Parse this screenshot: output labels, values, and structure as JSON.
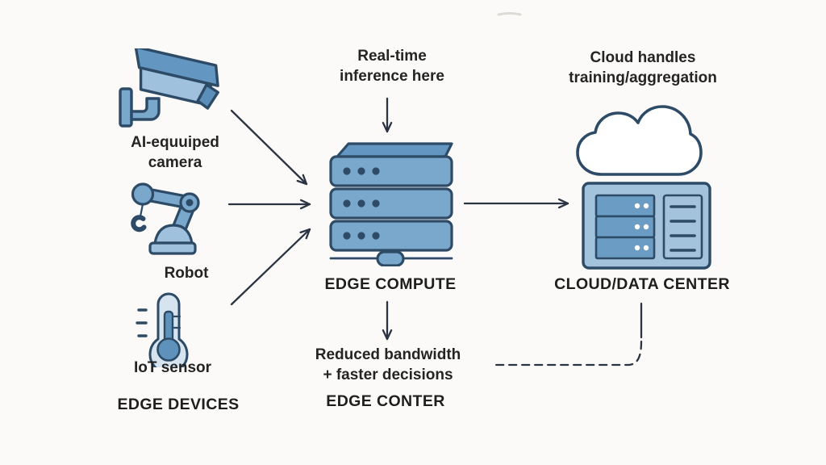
{
  "diagram": {
    "background_color": "#fbfaf8",
    "colors": {
      "icon_light": "#9fc1dd",
      "icon_lighter": "#d6e4f0",
      "icon_mid": "#7aa7cc",
      "icon_mid_dark": "#6397c2",
      "icon_row": "#6b9cc3",
      "outline": "#2d4b66",
      "arrow": "#2b3442",
      "text": "#212121",
      "cloud_fill": "#ffffff"
    },
    "icons": {
      "camera": "cctv-camera-icon",
      "robot": "robot-arm-icon",
      "iot": "thermometer-icon",
      "edge_compute": "server-stack-icon",
      "cloud": "cloud-icon",
      "data_center": "data-center-icon"
    },
    "edge_devices": {
      "camera_label": "AI-equuiped\ncamera",
      "robot_label": "Robot",
      "iot_label": "IoT sensor",
      "group_label": "EDGE DEVICES"
    },
    "edge_compute": {
      "annotation_top": "Real-time\ninference here",
      "title": "EDGE COMPUTE",
      "annotation_bottom": "Reduced bandwidth\n+ faster decisions",
      "subtitle": "EDGE CONTER"
    },
    "cloud": {
      "annotation_top": "Cloud handles\ntraining/aggregation",
      "title": "CLOUD/DATA CENTER"
    }
  }
}
